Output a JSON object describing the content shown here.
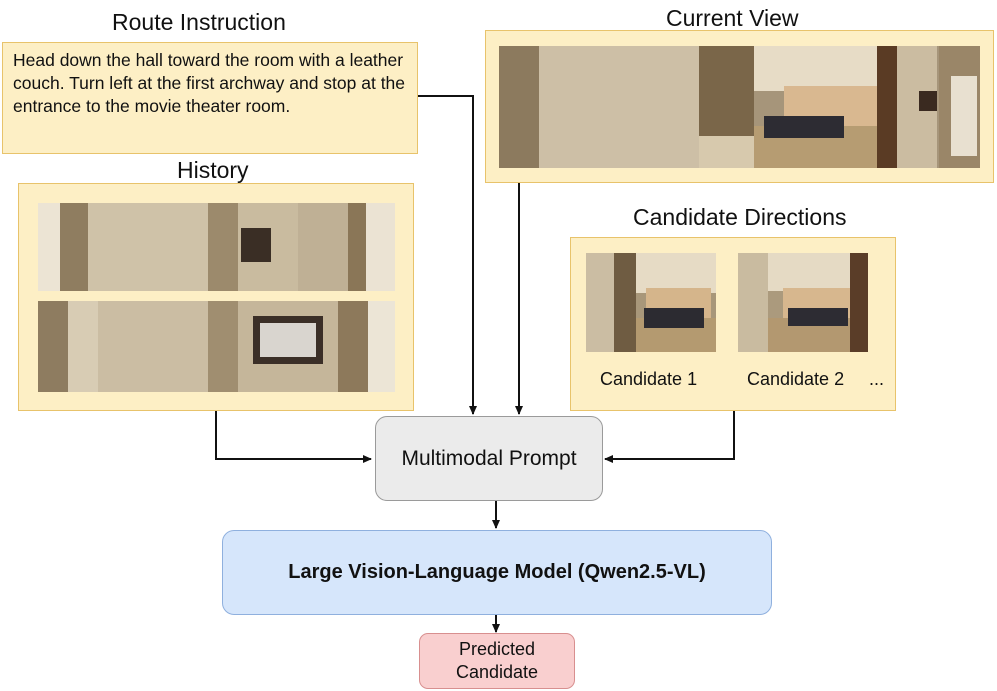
{
  "headings": {
    "route_instruction": "Route Instruction",
    "current_view": "Current View",
    "history": "History",
    "candidate_directions": "Candidate Directions"
  },
  "instruction": "Head down the hall toward the room with a leather couch. Turn left at the first archway and stop at the entrance to the movie theater room.",
  "candidates": {
    "labels": [
      "Candidate 1",
      "Candidate 2"
    ],
    "more": "..."
  },
  "prompt_box": "Multimodal Prompt",
  "model_box": "Large Vision-Language Model (Qwen2.5-VL)",
  "output_box": "Predicted Candidate",
  "colors": {
    "panel_fill": "#fdefc5",
    "panel_border": "#e8c36b",
    "prompt_fill": "#ebebeb",
    "model_fill": "#d6e6fb",
    "output_fill": "#f9cfcf"
  }
}
